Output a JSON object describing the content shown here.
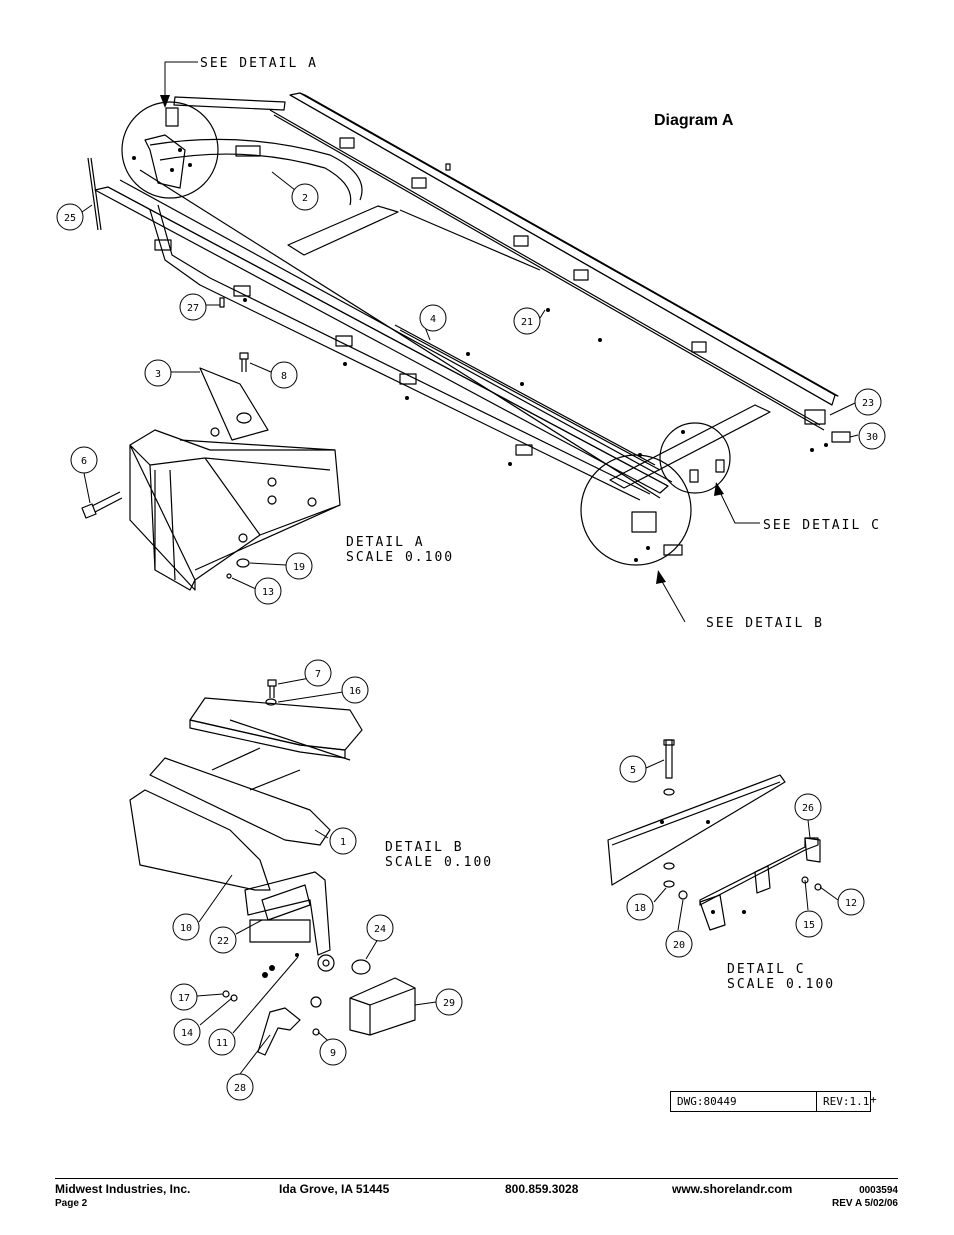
{
  "title": "Diagram A",
  "labels": {
    "see_detail_a": "SEE DETAIL A",
    "see_detail_b": "SEE DETAIL B",
    "see_detail_c": "SEE DETAIL C",
    "detail_a": "DETAIL A",
    "detail_b": "DETAIL B",
    "detail_c": "DETAIL C",
    "scale": "SCALE 0.100"
  },
  "callouts": [
    "1",
    "2",
    "3",
    "4",
    "5",
    "6",
    "7",
    "8",
    "9",
    "10",
    "11",
    "12",
    "13",
    "14",
    "15",
    "16",
    "17",
    "18",
    "19",
    "20",
    "21",
    "22",
    "23",
    "24",
    "25",
    "26",
    "27",
    "28",
    "29",
    "30"
  ],
  "title_block": {
    "dwg": "DWG:80449",
    "rev": "REV:1.1",
    "plus": "+"
  },
  "footer": {
    "company": "Midwest Industries, Inc.",
    "city": "Ida Grove, IA  51445",
    "phone": "800.859.3028",
    "web": "www.shorelandr.com",
    "doc_no": "0003594",
    "page": "Page 2",
    "revision": "REV A  5/02/06"
  },
  "colors": {
    "ink": "#000000",
    "paper": "#ffffff"
  }
}
